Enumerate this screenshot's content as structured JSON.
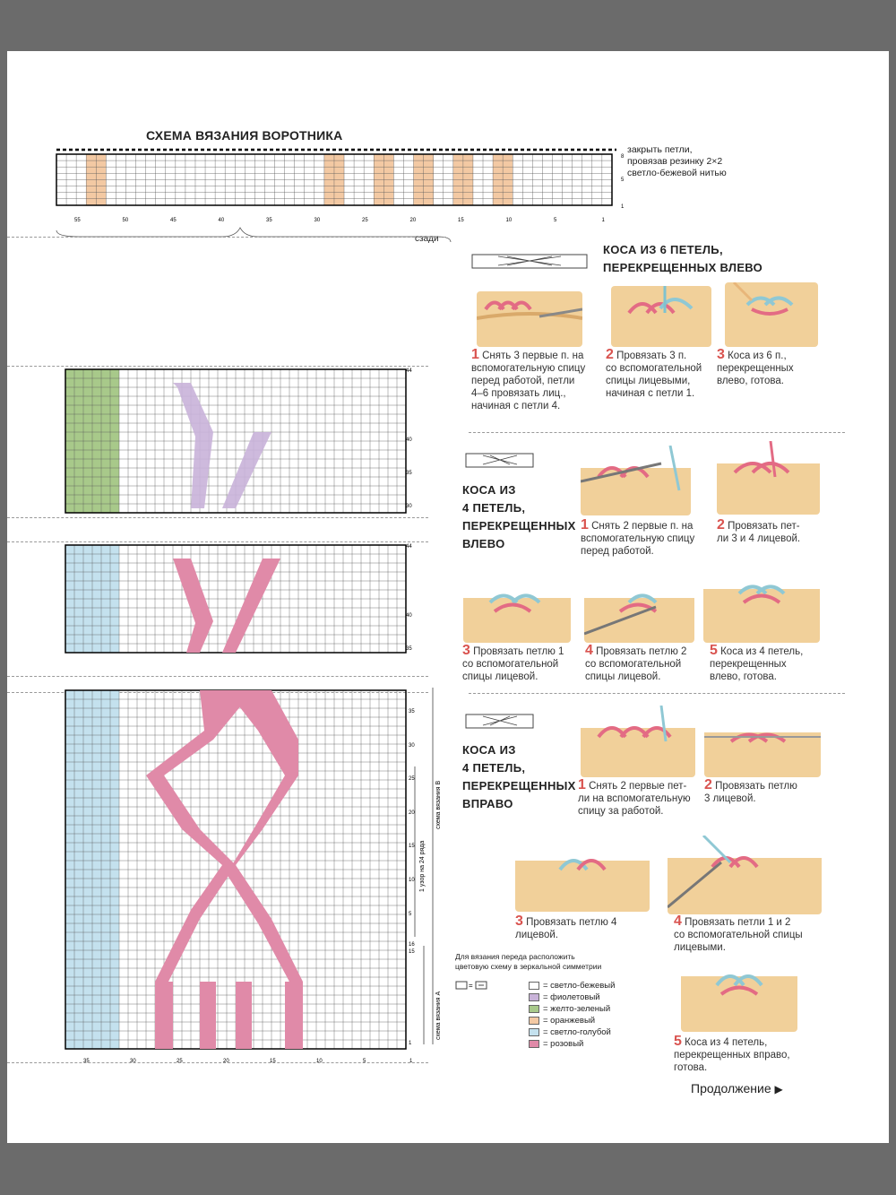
{
  "collar": {
    "title": "СХЕМА ВЯЗАНИЯ ВОРОТНИКА",
    "note": [
      "закрыть петли,",
      "провязав резинку 2×2",
      "светло-бежевой нитью"
    ],
    "x_ticks": [
      "55",
      "50",
      "45",
      "40",
      "35",
      "30",
      "25",
      "20",
      "15",
      "10",
      "5",
      "1"
    ],
    "row_ticks": [
      "8",
      "5",
      "1"
    ],
    "back_label": "сзади"
  },
  "chart1": {
    "row_ticks": [
      "44",
      "40",
      "35",
      "30"
    ]
  },
  "chart2": {
    "row_ticks": [
      "44",
      "40",
      "35"
    ]
  },
  "chart3": {
    "row_ticks": [
      "35",
      "30",
      "25",
      "20",
      "15",
      "10",
      "5",
      "1"
    ],
    "row_ticks_right": [
      "16",
      "15"
    ],
    "x_ticks": [
      "35",
      "30",
      "25",
      "20",
      "15",
      "10",
      "5",
      "1"
    ],
    "scheme_b": "схема вязания B",
    "scheme_a": "схема вязания A",
    "repeat": "1 узор на 24 ряда"
  },
  "cable6": {
    "title": [
      "КОСА ИЗ 6 ПЕТЕЛЬ,",
      "ПЕРЕКРЕЩЕННЫХ ВЛЕВО"
    ],
    "steps": [
      {
        "n": "1",
        "text": [
          "Снять 3 первые п. на",
          "вспомогательную спицу",
          "перед работой, петли",
          "4–6 провязать лиц.,",
          "начиная с петли 4."
        ]
      },
      {
        "n": "2",
        "text": [
          "Провязать 3 п.",
          "со вспомогательной",
          "спицы лицевыми,",
          "начиная с петли 1."
        ]
      },
      {
        "n": "3",
        "text": [
          "Коса из 6 п.,",
          "перекрещенных",
          "влево, готова."
        ]
      }
    ]
  },
  "cable4l": {
    "title": [
      "КОСА ИЗ",
      "4 ПЕТЕЛЬ,",
      "ПЕРЕКРЕЩЕННЫХ",
      "ВЛЕВО"
    ],
    "steps": [
      {
        "n": "1",
        "text": [
          "Снять 2 первые п. на",
          "вспомогательную спицу",
          "перед работой."
        ]
      },
      {
        "n": "2",
        "text": [
          "Провязать пет-",
          "ли 3 и 4 лицевой."
        ]
      },
      {
        "n": "3",
        "text": [
          "Провязать петлю 1",
          "со вспомогательной",
          "спицы лицевой."
        ]
      },
      {
        "n": "4",
        "text": [
          "Провязать петлю 2",
          "со вспомогательной",
          "спицы лицевой."
        ]
      },
      {
        "n": "5",
        "text": [
          "Коса из 4 петель,",
          "перекрещенных",
          "влево, готова."
        ]
      }
    ]
  },
  "cable4r": {
    "title": [
      "КОСА ИЗ",
      "4 ПЕТЕЛЬ,",
      "ПЕРЕКРЕЩЕННЫХ",
      "ВПРАВО"
    ],
    "steps": [
      {
        "n": "1",
        "text": [
          "Снять 2 первые пет-",
          "ли на вспомогательную",
          "спицу за работой."
        ]
      },
      {
        "n": "2",
        "text": [
          "Провязать петлю",
          "3 лицевой."
        ]
      },
      {
        "n": "3",
        "text": [
          "Провязать петлю 4",
          "лицевой."
        ]
      },
      {
        "n": "4",
        "text": [
          "Провязать петли 1 и 2",
          "со вспомогательной спицы",
          "лицевыми."
        ]
      },
      {
        "n": "5",
        "text": [
          "Коса из 4 петель,",
          "перекрещенных вправо,",
          "готова."
        ]
      }
    ]
  },
  "legend": {
    "intro": [
      "Для вязания переда расположить",
      "цветовую схему в зеркальной симметрии"
    ],
    "items": [
      {
        "label": "= светло-бежевый",
        "color": "#ffffff"
      },
      {
        "label": "= фиолетовый",
        "color": "#c9b3d9"
      },
      {
        "label": "= желто-зеленый",
        "color": "#a8c98a"
      },
      {
        "label": "= оранжевый",
        "color": "#f3c9a3"
      },
      {
        "label": "= светло-голубой",
        "color": "#c4e1ee"
      },
      {
        "label": "= розовый",
        "color": "#e08aa8"
      }
    ]
  },
  "continue": "Продолжение"
}
